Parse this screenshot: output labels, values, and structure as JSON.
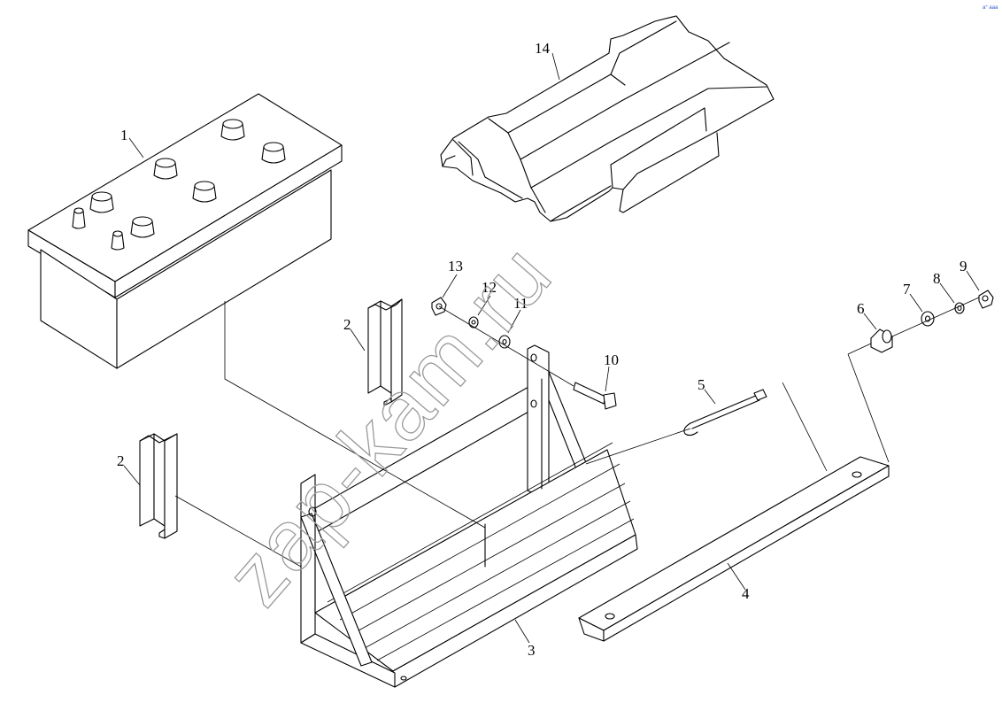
{
  "diagram": {
    "watermark": "zap-kam.ru",
    "corner_mark": "a° ааа",
    "callouts": [
      {
        "id": "1",
        "part": "battery"
      },
      {
        "id": "2a",
        "label": "2",
        "part": "vertical-bracket-upper"
      },
      {
        "id": "2b",
        "label": "2",
        "part": "vertical-bracket-lower"
      },
      {
        "id": "3",
        "part": "battery-tray"
      },
      {
        "id": "4",
        "part": "clamp-bar"
      },
      {
        "id": "5",
        "part": "j-bolt"
      },
      {
        "id": "6",
        "part": "bushing"
      },
      {
        "id": "7",
        "part": "flat-washer"
      },
      {
        "id": "8",
        "part": "spring-washer"
      },
      {
        "id": "9",
        "part": "nut-right"
      },
      {
        "id": "10",
        "part": "bolt"
      },
      {
        "id": "11",
        "part": "washer"
      },
      {
        "id": "12",
        "part": "lock-washer"
      },
      {
        "id": "13",
        "part": "nut-left"
      },
      {
        "id": "14",
        "part": "battery-cover"
      }
    ],
    "labels": {
      "c1": "1",
      "c2a": "2",
      "c2b": "2",
      "c3": "3",
      "c4": "4",
      "c5": "5",
      "c6": "6",
      "c7": "7",
      "c8": "8",
      "c9": "9",
      "c10": "10",
      "c11": "11",
      "c12": "12",
      "c13": "13",
      "c14": "14"
    }
  }
}
